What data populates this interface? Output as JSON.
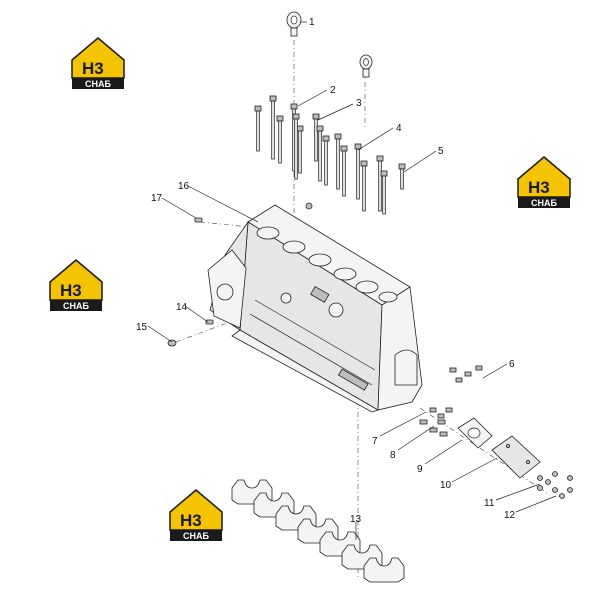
{
  "logo": {
    "mark": "H3",
    "caption": "СНАБ",
    "color_yellow": "#f5c400",
    "color_dark": "#1a1a1a"
  },
  "callouts": [
    {
      "id": "callout-1",
      "label": "1"
    },
    {
      "id": "callout-2",
      "label": "2"
    },
    {
      "id": "callout-3",
      "label": "3"
    },
    {
      "id": "callout-4",
      "label": "4"
    },
    {
      "id": "callout-5",
      "label": "5"
    },
    {
      "id": "callout-6",
      "label": "6"
    },
    {
      "id": "callout-7",
      "label": "7"
    },
    {
      "id": "callout-8",
      "label": "8"
    },
    {
      "id": "callout-9",
      "label": "9"
    },
    {
      "id": "callout-10",
      "label": "10"
    },
    {
      "id": "callout-11",
      "label": "11"
    },
    {
      "id": "callout-12",
      "label": "12"
    },
    {
      "id": "callout-13",
      "label": "13"
    },
    {
      "id": "callout-14",
      "label": "14"
    },
    {
      "id": "callout-15",
      "label": "15"
    },
    {
      "id": "callout-16",
      "label": "16"
    },
    {
      "id": "callout-17",
      "label": "17"
    }
  ]
}
